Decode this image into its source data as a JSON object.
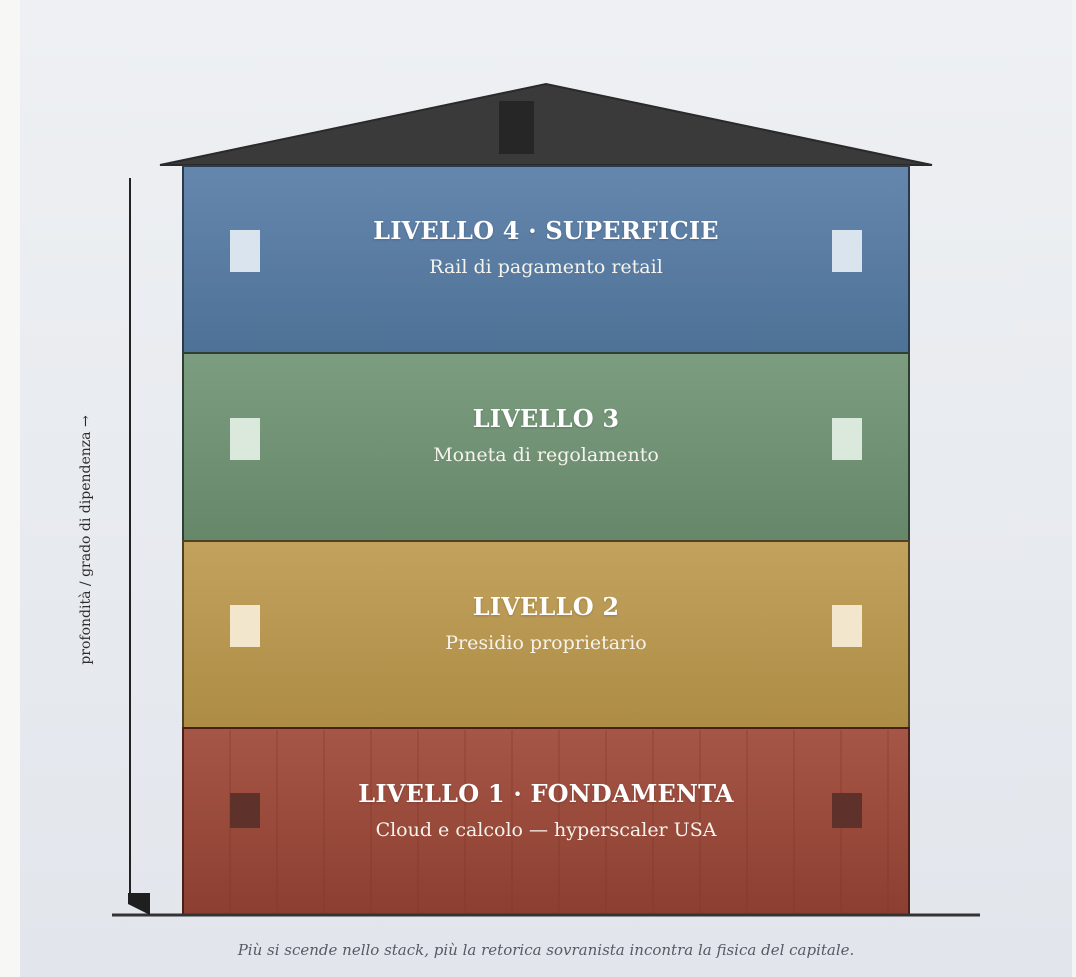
{
  "diagram": {
    "floors": [
      {
        "title": "LIVELLO 4 · SUPERFICIE",
        "subtitle": "Rail di pagamento retail",
        "color": "#5a7fa5"
      },
      {
        "title": "LIVELLO 3",
        "subtitle": "Moneta di regolamento",
        "color": "#739479"
      },
      {
        "title": "LIVELLO 2",
        "subtitle": "Presidio proprietario",
        "color": "#bb9a55"
      },
      {
        "title": "LIVELLO 1 · FONDAMENTA",
        "subtitle": "Cloud e calcolo — hyperscaler USA",
        "color": "#9d4b3b"
      }
    ],
    "roof_color": "#3a3a3a",
    "axis_label": "profondità / grado di dipendenza →",
    "caption": "Più si scende nello stack, più la retorica sovranista incontra la fisica del capitale."
  }
}
